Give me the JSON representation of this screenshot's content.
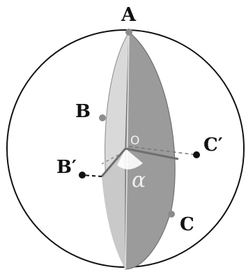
{
  "figure": {
    "labels": {
      "A": "A",
      "B": "B",
      "B_prime": "B′",
      "C": "C",
      "C_prime": "C′",
      "O": "O",
      "alpha": "α"
    }
  },
  "colors": {
    "sphere_outline": "#111111",
    "light_lune": "#d9d9d9",
    "dark_lune": "#9b9b9b",
    "edge_line": "#6f6f6f",
    "point_gray": "#8c8c8c",
    "point_black": "#111111"
  }
}
